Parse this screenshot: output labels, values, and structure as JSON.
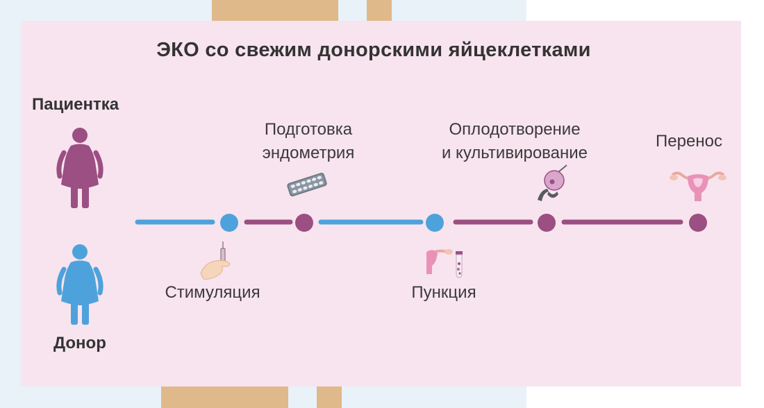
{
  "title": "ЭКО со свежим донорскими яйцеклетками",
  "roles": {
    "patient": "Пациентка",
    "donor": "Донор"
  },
  "stages": {
    "endometrium": [
      "Подготовка",
      "эндометрия"
    ],
    "fertilization": [
      "Оплодотворение",
      "и культивирование"
    ],
    "transfer": "Перенос",
    "stimulation": "Стимуляция",
    "puncture": "Пункция"
  },
  "icons": {
    "patient": "woman-figure-icon",
    "donor": "woman-figure-icon",
    "endometrium": "pill-blister-icon",
    "fertilization": "micropipette-egg-icon",
    "transfer": "uterus-icon",
    "stimulation": "syringe-hand-icon",
    "puncture": "uterus-test-tube-icon"
  },
  "colors": {
    "patient": "#9b4f83",
    "donor": "#4ea2dc",
    "card": "#f8e4ee",
    "accent_tan": "#dfb98a"
  }
}
